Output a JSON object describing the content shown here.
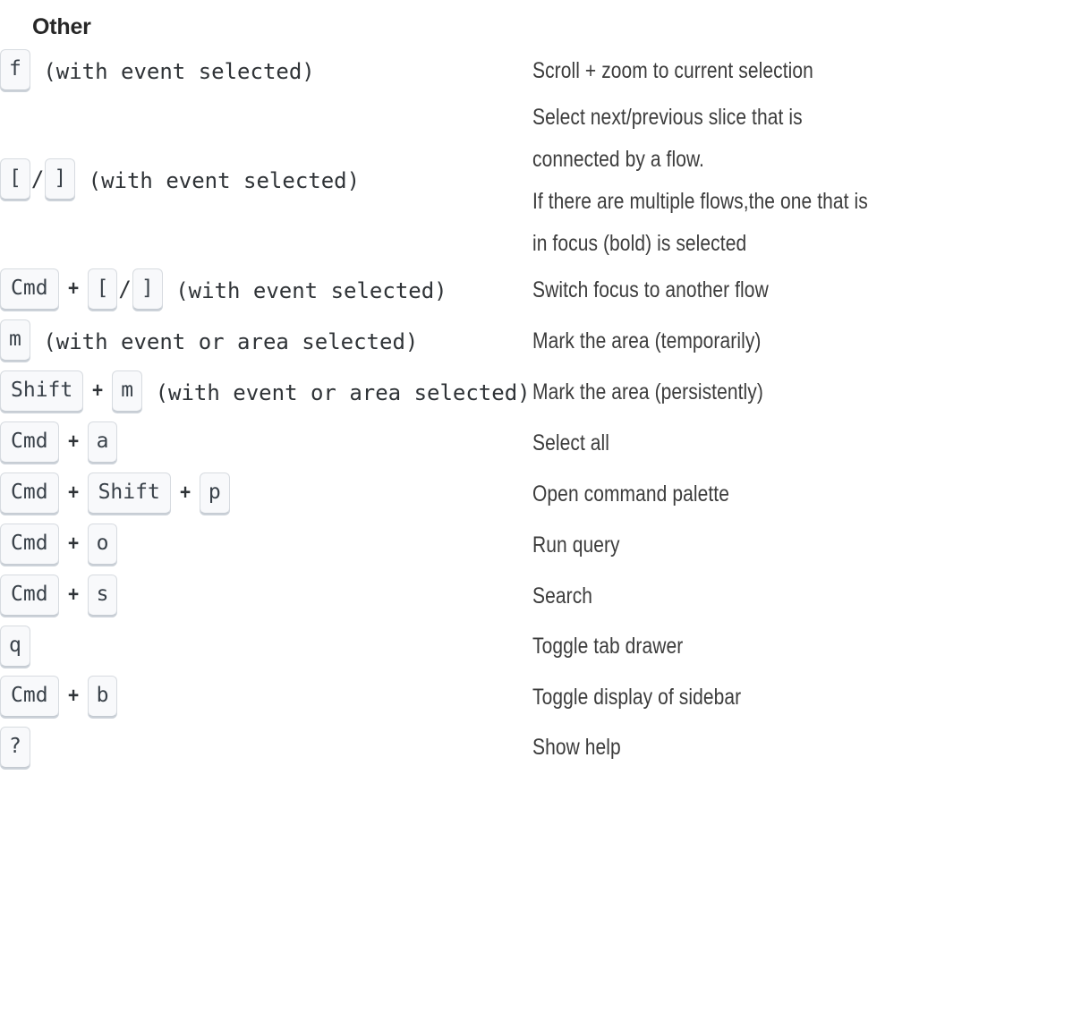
{
  "section": {
    "heading": "Other"
  },
  "shortcuts": [
    {
      "id": "focus-selection",
      "keys": [
        {
          "type": "key",
          "label": "f"
        }
      ],
      "context": "(with event selected)",
      "description_lines": [
        "Scroll + zoom to current selection"
      ]
    },
    {
      "id": "next-prev-slice",
      "keys": [
        {
          "type": "key",
          "label": "["
        },
        {
          "type": "slash",
          "label": "/"
        },
        {
          "type": "key",
          "label": "]"
        }
      ],
      "context": "(with event selected)",
      "description_lines": [
        "Select next/previous slice that is",
        "connected by a flow.",
        "If there are multiple flows,the one that is",
        "in focus (bold) is selected"
      ]
    },
    {
      "id": "switch-flow-focus",
      "keys": [
        {
          "type": "key",
          "label": "Cmd"
        },
        {
          "type": "plus",
          "label": "+"
        },
        {
          "type": "key",
          "label": "["
        },
        {
          "type": "slash",
          "label": "/"
        },
        {
          "type": "key",
          "label": "]"
        }
      ],
      "context": "(with event selected)",
      "description_lines": [
        "Switch focus to another flow"
      ]
    },
    {
      "id": "mark-area-temporary",
      "keys": [
        {
          "type": "key",
          "label": "m"
        }
      ],
      "context": "(with event or area selected)",
      "description_lines": [
        "Mark the area (temporarily)"
      ]
    },
    {
      "id": "mark-area-persistent",
      "keys": [
        {
          "type": "key",
          "label": "Shift"
        },
        {
          "type": "plus",
          "label": "+"
        },
        {
          "type": "key",
          "label": "m"
        }
      ],
      "context": "(with event or area selected)",
      "description_lines": [
        "Mark the area (persistently)"
      ]
    },
    {
      "id": "select-all",
      "keys": [
        {
          "type": "key",
          "label": "Cmd"
        },
        {
          "type": "plus",
          "label": "+"
        },
        {
          "type": "key",
          "label": "a"
        }
      ],
      "context": "",
      "description_lines": [
        "Select all"
      ]
    },
    {
      "id": "open-command-palette",
      "keys": [
        {
          "type": "key",
          "label": "Cmd"
        },
        {
          "type": "plus",
          "label": "+"
        },
        {
          "type": "key",
          "label": "Shift"
        },
        {
          "type": "plus",
          "label": "+"
        },
        {
          "type": "key",
          "label": "p"
        }
      ],
      "context": "",
      "description_lines": [
        "Open command palette"
      ]
    },
    {
      "id": "run-query",
      "keys": [
        {
          "type": "key",
          "label": "Cmd"
        },
        {
          "type": "plus",
          "label": "+"
        },
        {
          "type": "key",
          "label": "o"
        }
      ],
      "context": "",
      "description_lines": [
        "Run query"
      ]
    },
    {
      "id": "search",
      "keys": [
        {
          "type": "key",
          "label": "Cmd"
        },
        {
          "type": "plus",
          "label": "+"
        },
        {
          "type": "key",
          "label": "s"
        }
      ],
      "context": "",
      "description_lines": [
        "Search"
      ]
    },
    {
      "id": "toggle-tab-drawer",
      "keys": [
        {
          "type": "key",
          "label": "q"
        }
      ],
      "context": "",
      "description_lines": [
        "Toggle tab drawer"
      ]
    },
    {
      "id": "toggle-sidebar",
      "keys": [
        {
          "type": "key",
          "label": "Cmd"
        },
        {
          "type": "plus",
          "label": "+"
        },
        {
          "type": "key",
          "label": "b"
        }
      ],
      "context": "",
      "description_lines": [
        "Toggle display of sidebar"
      ]
    },
    {
      "id": "show-help",
      "keys": [
        {
          "type": "key",
          "label": "?"
        }
      ],
      "context": "",
      "description_lines": [
        "Show help"
      ]
    }
  ]
}
